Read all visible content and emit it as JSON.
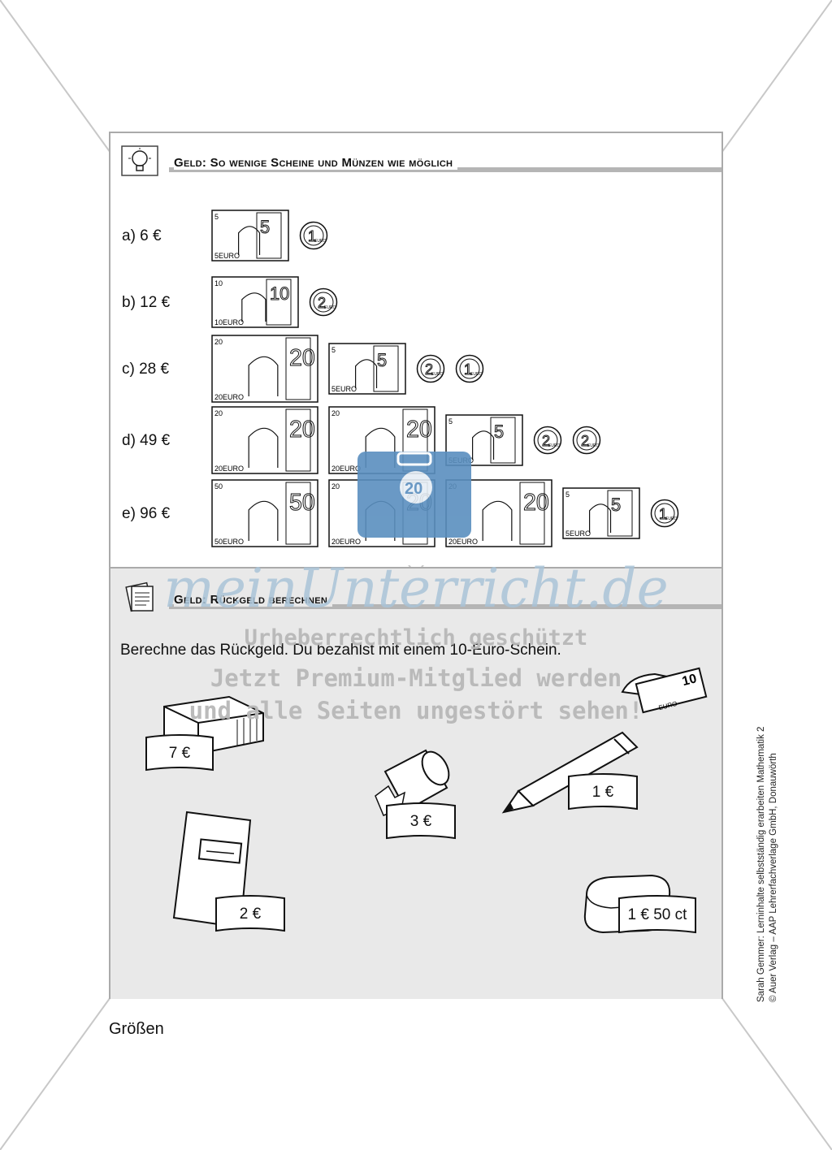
{
  "section1": {
    "title": "Geld: So wenige Scheine und Münzen wie möglich",
    "tasks": [
      {
        "label": "a)  6 €",
        "items": [
          {
            "kind": "note",
            "value": "5"
          },
          {
            "kind": "coin",
            "value": "1"
          }
        ]
      },
      {
        "label": "b)  12 €",
        "items": [
          {
            "kind": "note",
            "value": "10"
          },
          {
            "kind": "coin",
            "value": "2"
          }
        ]
      },
      {
        "label": "c)  28 €",
        "items": [
          {
            "kind": "note",
            "value": "20"
          },
          {
            "kind": "note",
            "value": "5"
          },
          {
            "kind": "coin",
            "value": "2"
          },
          {
            "kind": "coin",
            "value": "1"
          }
        ]
      },
      {
        "label": "d)  49 €",
        "items": [
          {
            "kind": "note",
            "value": "20"
          },
          {
            "kind": "note",
            "value": "20"
          },
          {
            "kind": "note",
            "value": "5"
          },
          {
            "kind": "coin",
            "value": "2"
          },
          {
            "kind": "coin",
            "value": "2"
          }
        ]
      },
      {
        "label": "e)  96 €",
        "items": [
          {
            "kind": "note",
            "value": "50"
          },
          {
            "kind": "note",
            "value": "20"
          },
          {
            "kind": "note",
            "value": "20"
          },
          {
            "kind": "note",
            "value": "5"
          },
          {
            "kind": "coin",
            "value": "1"
          }
        ]
      }
    ],
    "currency_label": "EURO",
    "coin_label": "EURO"
  },
  "section2": {
    "title": "Geld: Rückgeld berechnen",
    "instruction": "Berechne das Rückgeld. Du bezahlst mit einem 10-Euro-Schein.",
    "hand_note_value": "10",
    "prices": {
      "book": "7 €",
      "notebook": "2 €",
      "sharpener": "3 €",
      "pencil": "1 €",
      "eraser": "1 € 50 ct"
    }
  },
  "sidebar": {
    "line1": "Sarah Gemmer: Lerninhalte selbstständig erarbeiten Mathematik 2",
    "line2": "© Auer Verlag – AAP Lehrerfachverlage GmbH, Donauwörth"
  },
  "footer": "Größen",
  "watermark": {
    "brand": "meinUnterricht.de",
    "line1": "Urheberrechtlich geschützt",
    "line2": "Jetzt Premium-Mitglied werden",
    "line3": "und alle Seiten ungestört sehen!",
    "logo_value": "20"
  },
  "colors": {
    "watermark_blue": "#5a8fbf",
    "bar_gray": "#b5b5b5",
    "frame_gray": "#aaaaaa"
  }
}
